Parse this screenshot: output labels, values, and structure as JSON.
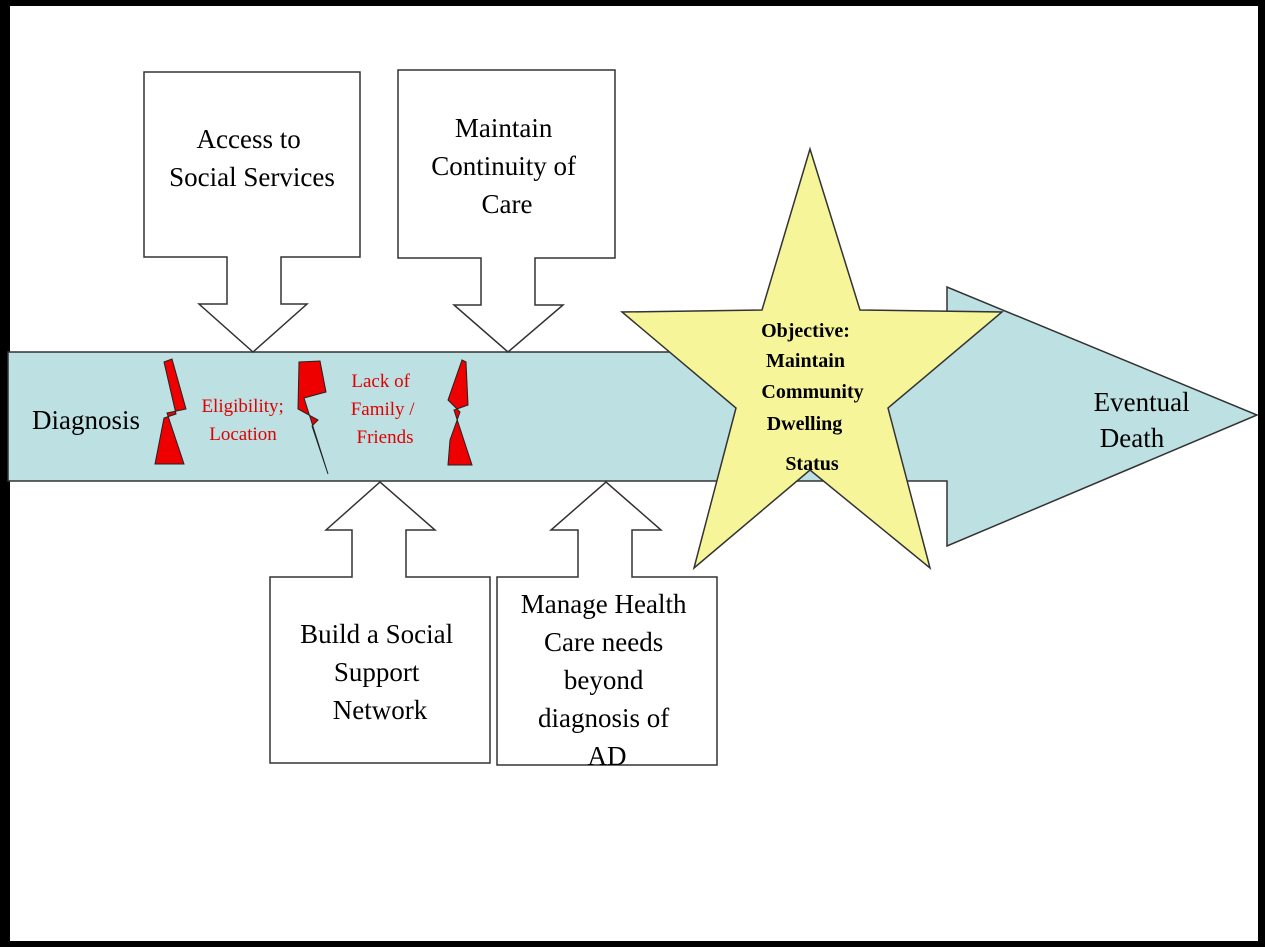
{
  "diagram": {
    "timeline": {
      "start_label": "Diagnosis",
      "end_label_lines": [
        "Eventual",
        "Death"
      ]
    },
    "top_arrows": [
      {
        "lines": [
          "Access to",
          "Social Services"
        ]
      },
      {
        "lines": [
          "Maintain",
          "Continuity of",
          "Care"
        ]
      }
    ],
    "bottom_arrows": [
      {
        "lines": [
          "Build a Social",
          "Support",
          "Network"
        ]
      },
      {
        "lines": [
          "Manage Health",
          "Care needs",
          "beyond",
          "diagnosis of",
          "AD"
        ]
      }
    ],
    "barriers": [
      {
        "lines": [
          "Eligibility;",
          "Location"
        ]
      },
      {
        "lines": [
          "Lack of",
          "Family /",
          "Friends"
        ]
      }
    ],
    "objective_lines": [
      "Objective:",
      "Maintain",
      "Community",
      "Dwelling",
      "Status"
    ],
    "colors": {
      "timeline_fill": "#bde0e3",
      "star_fill": "#f7f59a",
      "bolt_fill": "#ee0000",
      "barrier_text": "#e00000",
      "border": "#000000"
    }
  }
}
